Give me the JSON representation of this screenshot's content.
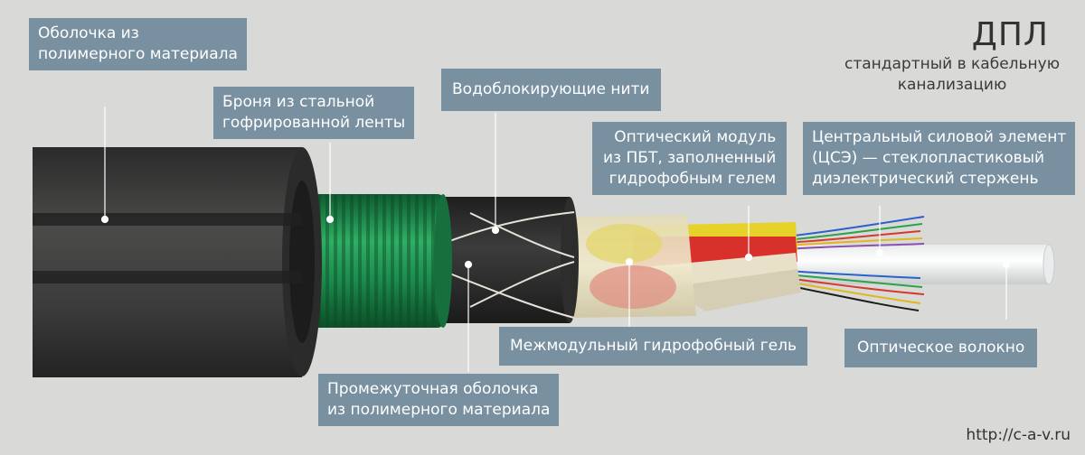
{
  "title": "ДПЛ",
  "subtitle": "стандартный в кабельную канализацию",
  "url": "http://c-a-v.ru",
  "labels": {
    "sheath": [
      "Оболочка из",
      "полимерного материала"
    ],
    "armor": [
      "Броня из стальной",
      "гофрированной ленты"
    ],
    "threads": [
      "Водоблокирующие нити"
    ],
    "module": [
      "Оптический модуль",
      "из ПБТ, заполненный",
      "гидрофобным гелем"
    ],
    "member": [
      "Центральный силовой элемент",
      "(ЦСЭ) — стеклопластиковый",
      "диэлектрический стержень"
    ],
    "gel": [
      "Межмодульный гидрофобный гель"
    ],
    "fiber": [
      "Оптическое волокно"
    ],
    "inner_sheath": [
      "Промежуточная оболочка",
      "из полимерного материала"
    ]
  },
  "colors": {
    "background": "#d9d9d7",
    "label_bg": "#7890a0",
    "jacket": "#3a3b3a",
    "armor": "#1c8a4c",
    "module_yellow": "#e7d22a",
    "module_red": "#d8312c"
  }
}
